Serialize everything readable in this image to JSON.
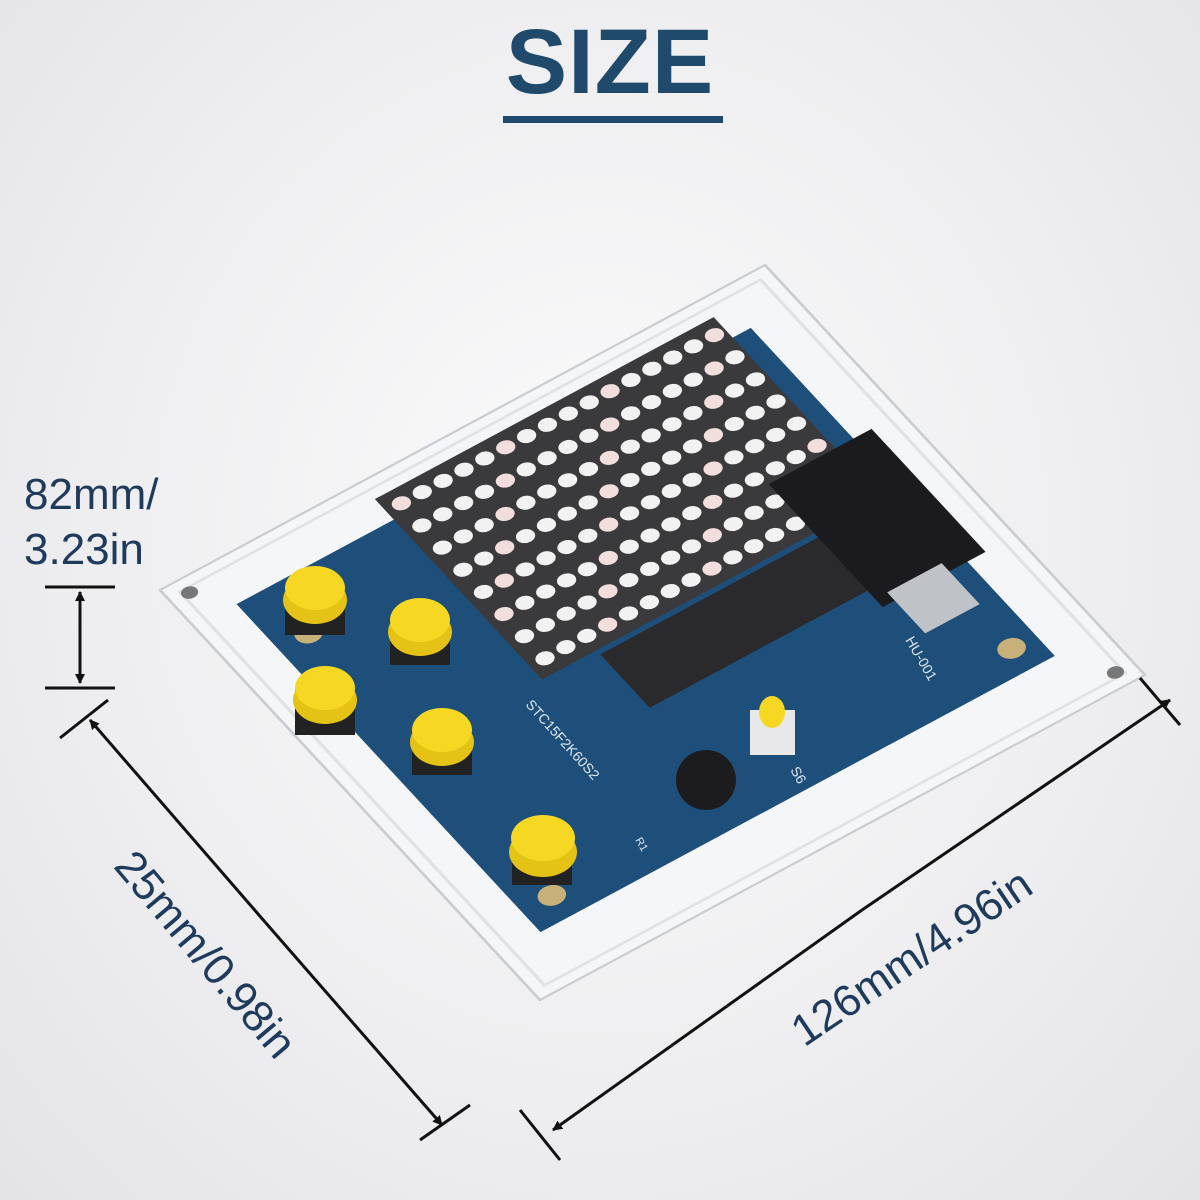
{
  "title": "SIZE",
  "dimensions": {
    "height_line1": "82mm/",
    "height_line2": "3.23in",
    "depth": "25mm/0.98in",
    "length": "126mm/4.96in"
  },
  "board_labels": {
    "model": "HU-001",
    "chip": "STC15F2K60S2",
    "switch": "S6",
    "resistor": "R1"
  },
  "colors": {
    "title": "#1f4a6b",
    "pcb": "#1d4f7a",
    "button": "#f3d21c",
    "dimension_text": "#1e3a5c"
  }
}
